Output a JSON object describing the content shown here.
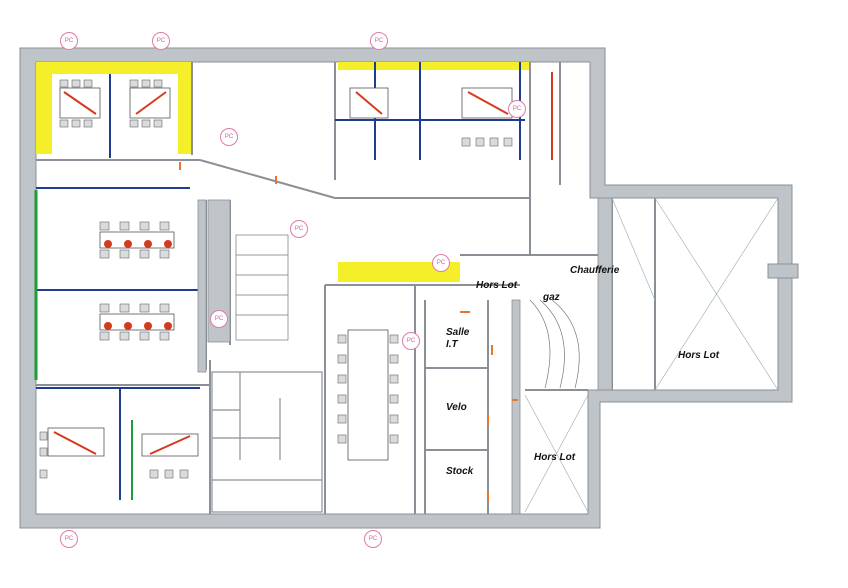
{
  "rooms": {
    "hors_lot_top": "Hors Lot",
    "chaufferie": "Chaufferie",
    "gaz": "gaz",
    "hors_lot_right": "Hors Lot",
    "salle_line1": "Salle",
    "salle_line2": "I.T",
    "velo": "Velo",
    "stock": "Stock",
    "hors_lot_bottom": "Hors Lot"
  },
  "pc_label": "PC",
  "colors": {
    "wall": "#bfc4c8",
    "wall_stroke": "#8a9096",
    "yellow": "#f5ef2a",
    "blue": "#1e3d8f",
    "red": "#d63a1e",
    "green": "#1f9d3a",
    "pink": "#e07aa8",
    "orange": "#e8762b"
  }
}
